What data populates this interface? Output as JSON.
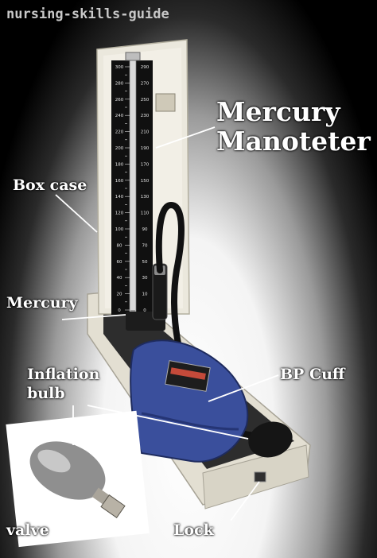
{
  "watermark": "nursing-skills-guide",
  "labels": {
    "mercury_manometer": [
      "Mercury",
      "Manoteter"
    ],
    "box_case": "Box case",
    "mercury": "Mercury",
    "inflation_bulb": [
      "Inflation",
      "bulb"
    ],
    "bp_cuff": "BP Cuff",
    "valve": "valve",
    "lock": "Lock"
  },
  "scale_left": [
    "0",
    "20",
    "40",
    "60",
    "80",
    "100",
    "120",
    "140",
    "160",
    "180",
    "200",
    "220",
    "240",
    "260",
    "280",
    "300"
  ],
  "scale_right": [
    "0",
    "10",
    "30",
    "50",
    "70",
    "90",
    "110",
    "130",
    "150",
    "170",
    "190",
    "210",
    "230",
    "250",
    "270",
    "290"
  ],
  "colors": {
    "case": "#e9e6da",
    "cuff": "#3a4f9c",
    "label": "#ffffff"
  }
}
